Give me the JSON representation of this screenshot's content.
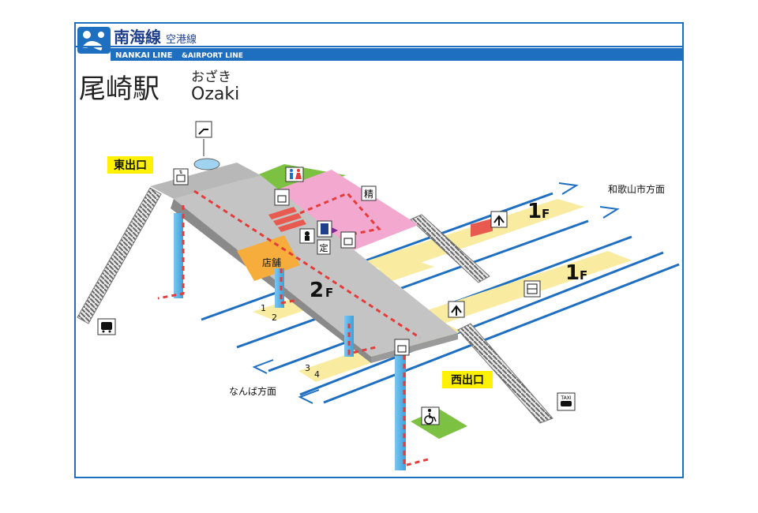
{
  "header": {
    "line_name": "南海線",
    "line_sub": "空港線",
    "line_en": "NANKAI LINE",
    "line_en_sub": "&AIRPORT LINE",
    "brand_color": "#1f6fc1"
  },
  "station": {
    "name": "尾崎駅",
    "kana": "おざき",
    "romaji": "Ozaki"
  },
  "exits": {
    "east": "東出口",
    "west": "西出口"
  },
  "directions": {
    "wakayama": "和歌山市方面",
    "namba": "なんば方面"
  },
  "floors": {
    "concourse_num": "2",
    "concourse_suffix": "F",
    "platform_a_num": "1",
    "platform_a_suffix": "F",
    "platform_b_num": "1",
    "platform_b_suffix": "F"
  },
  "facilities": {
    "shop": "店舗",
    "fare_adjust": "精",
    "commuter_pass": "定"
  },
  "tracks": [
    "1",
    "2",
    "3",
    "4"
  ],
  "icons": {
    "escalator": "escalator-icon",
    "elevator": "elevator-icon",
    "toilet": "toilet-icon",
    "wheelchair": "wheelchair-icon",
    "bus": "bus-icon",
    "taxi": "taxi-icon",
    "taxi_text": "TAXI",
    "station_staff": "staff-icon",
    "ticket_machine": "ticket-machine-icon",
    "information": "information-icon",
    "waiting": "waiting-room-icon"
  },
  "colors": {
    "concourse": "#b8b8b8",
    "platform": "#f9eba0",
    "toilet_area": "#f3a9cf",
    "green_area": "#7cc142",
    "shop_area": "#f6ad3c",
    "rail": "#1f6fc1",
    "route": "#e53b3b",
    "exit_bg": "#fff200"
  }
}
